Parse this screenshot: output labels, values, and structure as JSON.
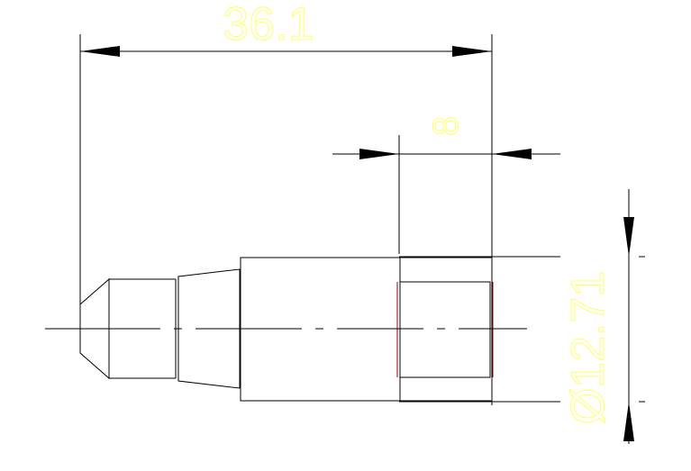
{
  "drawing": {
    "type": "technical-part-drawing",
    "dimensions": {
      "overall_length": "36.1",
      "thread_length": "8",
      "diameter": "Ø12.71"
    }
  },
  "colors": {
    "background": "#ffffff",
    "line": "#000000",
    "dimension_text": "#ffff66",
    "hidden_edge": "#8b0000"
  }
}
